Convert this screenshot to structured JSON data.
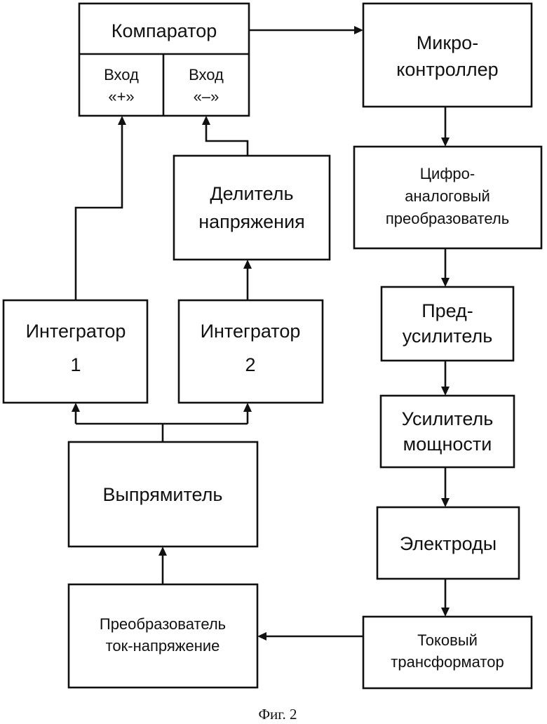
{
  "diagram": {
    "blocks": {
      "comparator": {
        "title": "Компаратор",
        "input_plus": [
          "Вход",
          "«+»"
        ],
        "input_minus": [
          "Вход",
          "«–»"
        ]
      },
      "microcontroller": {
        "lines": [
          "Микро-",
          "контроллер"
        ]
      },
      "dac": {
        "lines": [
          "Цифро-",
          "аналоговый",
          "преобразователь"
        ]
      },
      "preamp": {
        "lines": [
          "Пред-",
          "усилитель"
        ]
      },
      "power_amp": {
        "lines": [
          "Усилитель",
          "мощности"
        ]
      },
      "electrodes": {
        "lines": [
          "Электроды"
        ]
      },
      "current_transformer": {
        "lines": [
          "Токовый",
          "трансформатор"
        ]
      },
      "iv_converter": {
        "lines": [
          "Преобразователь",
          "ток-напряжение"
        ]
      },
      "rectifier": {
        "lines": [
          "Выпрямитель"
        ]
      },
      "integrator1": {
        "lines": [
          "Интегратор",
          "1"
        ]
      },
      "integrator2": {
        "lines": [
          "Интегратор",
          "2"
        ]
      },
      "divider": {
        "lines": [
          "Делитель",
          "напряжения"
        ]
      }
    },
    "caption": "Фиг. 2",
    "colors": {
      "stroke": "#111111",
      "background": "#ffffff"
    }
  }
}
